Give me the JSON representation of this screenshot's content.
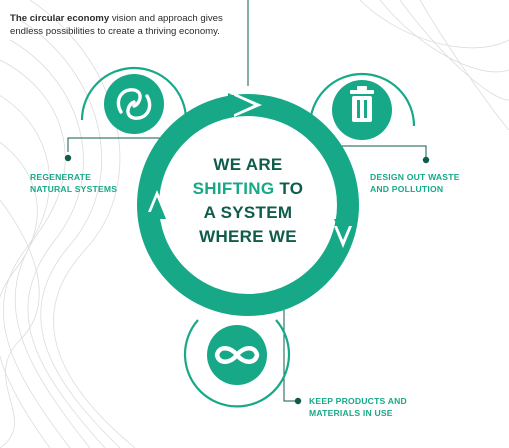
{
  "colors": {
    "teal": "#17a987",
    "dark": "#0f5c4b",
    "text": "#2b2b2b",
    "wave": "#d9d9d9"
  },
  "intro": {
    "bold": "The circular economy",
    "rest": " vision and approach gives endless possibilities to create a thriving economy."
  },
  "center": {
    "line1": "WE ARE",
    "line2_strong": "SHIFTING",
    "line2_rest": " TO",
    "line3": "A SYSTEM",
    "line4": "WHERE WE"
  },
  "principles": [
    {
      "label_line1": "REGENERATE",
      "label_line2": "NATURAL SYSTEMS",
      "icon": "regenerate-icon"
    },
    {
      "label_line1": "DESIGN OUT WASTE",
      "label_line2": "AND POLLUTION",
      "icon": "trash-bin-icon"
    },
    {
      "label_line1": "KEEP PRODUCTS AND",
      "label_line2": "MATERIALS IN USE",
      "icon": "infinity-icon"
    }
  ]
}
